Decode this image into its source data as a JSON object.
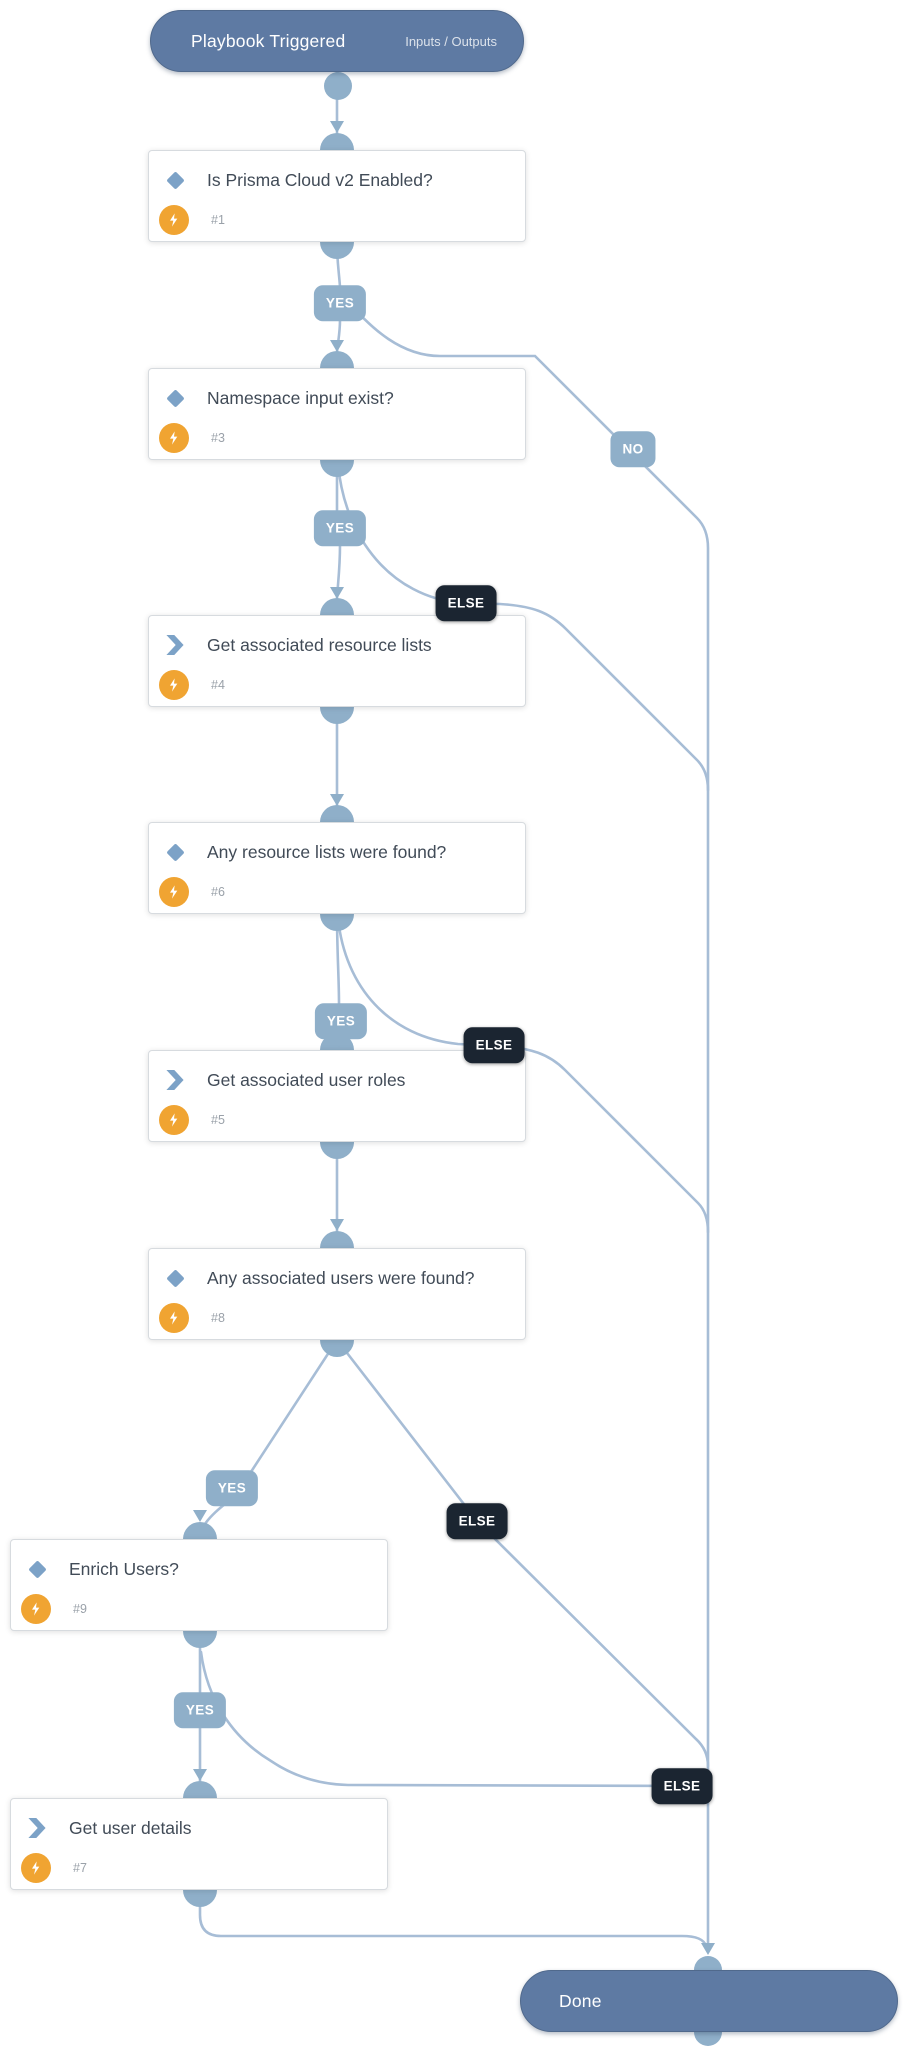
{
  "diagram": {
    "start": {
      "label": "Playbook Triggered",
      "io_link": "Inputs / Outputs"
    },
    "done": {
      "label": "Done"
    },
    "tasks": [
      {
        "title": "Is Prisma Cloud v2 Enabled?",
        "number": "#1",
        "type": "condition"
      },
      {
        "title": "Namespace input exist?",
        "number": "#3",
        "type": "condition"
      },
      {
        "title": "Get associated resource lists",
        "number": "#4",
        "type": "action"
      },
      {
        "title": "Any resource lists were found?",
        "number": "#6",
        "type": "condition"
      },
      {
        "title": "Get associated user roles",
        "number": "#5",
        "type": "action"
      },
      {
        "title": "Any associated users were found?",
        "number": "#8",
        "type": "condition"
      },
      {
        "title": "Enrich Users?",
        "number": "#9",
        "type": "condition"
      },
      {
        "title": "Get user details",
        "number": "#7",
        "type": "action"
      }
    ],
    "branch_labels": {
      "yes": "YES",
      "no": "NO",
      "else": "ELSE"
    },
    "colors": {
      "terminal_fill": "#5e7aa3",
      "connector": "#8fafc9",
      "edge_line": "#a7bdd6",
      "else_badge": "#1b2531",
      "automation_icon": "#f0a432",
      "task_icon": "#7ca2c7"
    }
  }
}
